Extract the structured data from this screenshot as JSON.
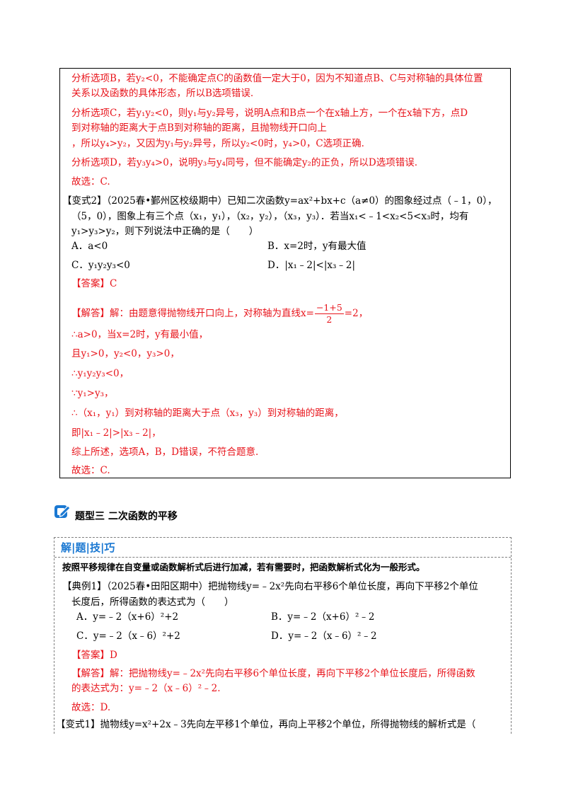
{
  "box1": {
    "l1": "分析选项B，若y₂<0，不能确定点C的函数值一定大于0，因为不知道点B、C与对称轴的具体位置",
    "l2": "关系以及函数的具体形态，所以B选项错误.",
    "l3": "分析选项C，若y₁y₂<0，则y₁与y₂异号，说明A点和B点一个在x轴上方，一个在x轴下方，点D",
    "l4": "到对称轴的距离大于点B到对称轴的距离，且抛物线开口向上",
    "l5": "，所以y₄>y₂，又因为y₁与y₂异号，所以y₂<0时，y₄>0，C选项正确.",
    "l6": "分析选项D，若y₃y₄>0，说明y₃与y₄同号，但不能确定y₂的正负，所以D选项错误.",
    "l7": "故选：C.",
    "v2_l1": "【变式2】（2025春•鄞州区校级期中）已知二次函数y=ax²+bx+c（a≠0）的图象经过点（﹣1，0），",
    "v2_l2": "（5，0），图象上有三个点（x₁，y₁），（x₂，y₂），（x₃，y₃）．若当x₁<﹣1<x₂<5<x₃时，均有",
    "v2_l3": "y₁>y₃>y₂，则下列说法中正确的是（　　）",
    "optA": "A．a<0",
    "optB": "B．x=2时，y有最大值",
    "optC": "C．y₁y₂y₃<0",
    "optD": "D．|x₁﹣2|<|x₃﹣2|",
    "ans": "【答案】C",
    "sol1a": "【解答】解：由题意得抛物线开口向上，对称轴为直线x=",
    "sol1_num": "−1+5",
    "sol1_den": "2",
    "sol1b": "=2，",
    "sol2": "∴a>0，当x=2时，y有最小值，",
    "sol3": "且y₁>0，y₂<0，y₃>0，",
    "sol4": "∴y₁y₂y₃<0，",
    "sol5": "∵y₁>y₃，",
    "sol6": "∴（x₁，y₁）到对称轴的距离大于点（x₃，y₃）到对称轴的距离，",
    "sol7": "即|x₁﹣2|>|x₃﹣2|，",
    "sol8": "综上所述，选项A，B，D错误，不符合题意.",
    "sol9": "故选：C."
  },
  "section": {
    "title": "题型三 二次函数的平移",
    "icon": "pencil-icon",
    "icon_color": "#1a78d2"
  },
  "tips": {
    "label": "解|题|技|巧",
    "text": "按照平移规律在自变量或函数解析式后进行加减，若有需要时，把函数解析式化为一般形式。",
    "ex1_l1": "【典例1】（2025春•田阳区期中）把抛物线y=﹣2x²先向右平移6个单位长度，再向下平移2个单位",
    "ex1_l2": "长度后，所得函数的表达式为（　　）",
    "optA": "A．y=﹣2（x+6）²+2",
    "optB": "B．y=﹣2（x+6）²﹣2",
    "optC": "C．y=﹣2（x﹣6）²+2",
    "optD": "D．y=﹣2（x﹣6）²﹣2",
    "ans": "【答案】D",
    "sol1": "【解答】解：把抛物线y=﹣2x²先向右平移6个单位长度，再向下平移2个单位长度后，所得函数",
    "sol2": "的表达式为：y=﹣2（x﹣6）²﹣2.",
    "sol3": "故选：D.",
    "v1": "【变式1】抛物线y=x²+2x﹣3先向左平移1个单位，再向上平移2个单位，所得抛物线的解析式是（"
  },
  "colors": {
    "answer_red": "#e8141b",
    "accent_blue": "#1a78d2"
  }
}
